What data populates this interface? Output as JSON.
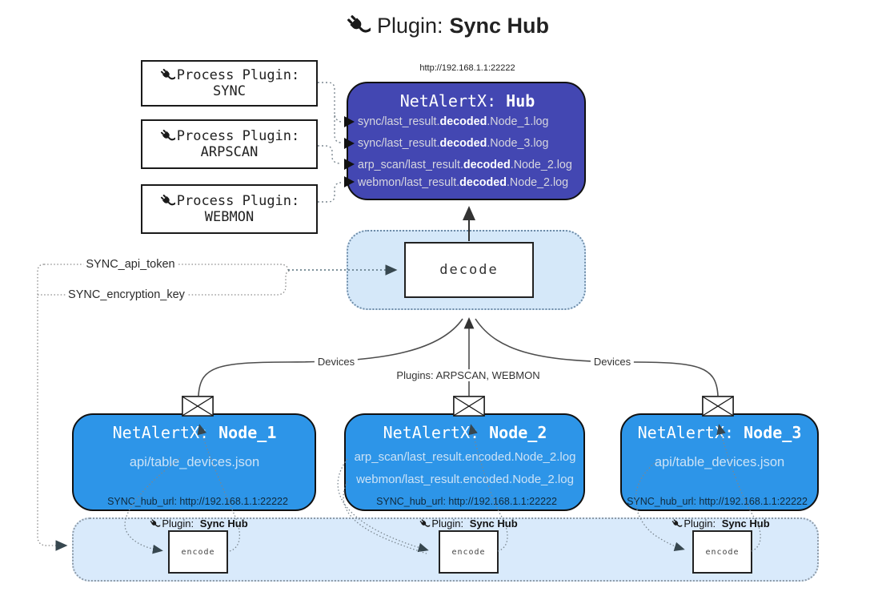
{
  "title": {
    "prefix": "Plugin:",
    "name": "Sync Hub"
  },
  "process_plugins": [
    {
      "label": "Process Plugin:",
      "name": "SYNC"
    },
    {
      "label": "Process Plugin:",
      "name": "ARPSCAN"
    },
    {
      "label": "Process Plugin:",
      "name": "WEBMON"
    }
  ],
  "hub": {
    "url": "http://192.168.1.1:22222",
    "title_prefix": "NetAlertX:",
    "title_name": "Hub",
    "rows": [
      {
        "pre": "sync/last_result.",
        "bold": "decoded",
        "post": ".Node_1.log"
      },
      {
        "pre": "sync/last_result.",
        "bold": "decoded",
        "post": ".Node_3.log"
      },
      {
        "pre": "arp_scan/last_result.",
        "bold": "decoded",
        "post": ".Node_2.log"
      },
      {
        "pre": "webmon/last_result.",
        "bold": "decoded",
        "post": ".Node_2.log"
      }
    ]
  },
  "decode_label": "decode",
  "settings": {
    "api_token": "SYNC_api_token",
    "encryption_key": "SYNC_encryption_key"
  },
  "flow_labels": {
    "devices_left": "Devices",
    "plugins_center": "Plugins: ARPSCAN, WEBMON",
    "devices_right": "Devices"
  },
  "nodes": [
    {
      "title_prefix": "NetAlertX:",
      "title_name": "Node_1",
      "files": [
        "api/table_devices.json"
      ],
      "hub_url": "SYNC_hub_url: http://192.168.1.1:22222"
    },
    {
      "title_prefix": "NetAlertX:",
      "title_name": "Node_2",
      "files": [
        "arp_scan/last_result.encoded.Node_2.log",
        "webmon/last_result.encoded.Node_2.log"
      ],
      "hub_url": "SYNC_hub_url: http://192.168.1.1:22222"
    },
    {
      "title_prefix": "NetAlertX:",
      "title_name": "Node_3",
      "files": [
        "api/table_devices.json"
      ],
      "hub_url": "SYNC_hub_url: http://192.168.1.1:22222"
    }
  ],
  "encode_band": {
    "plugin_prefix": "Plugin:",
    "plugin_name": "Sync Hub",
    "encode_label": "encode"
  },
  "colors": {
    "hub_fill": "#4347B2",
    "node_fill": "#2D95E8",
    "band_fill": "#D9EAFB",
    "decode_area_fill": "#D5E8F9",
    "arrow_dark": "#37474F",
    "dotted_gray": "#7B8790"
  }
}
